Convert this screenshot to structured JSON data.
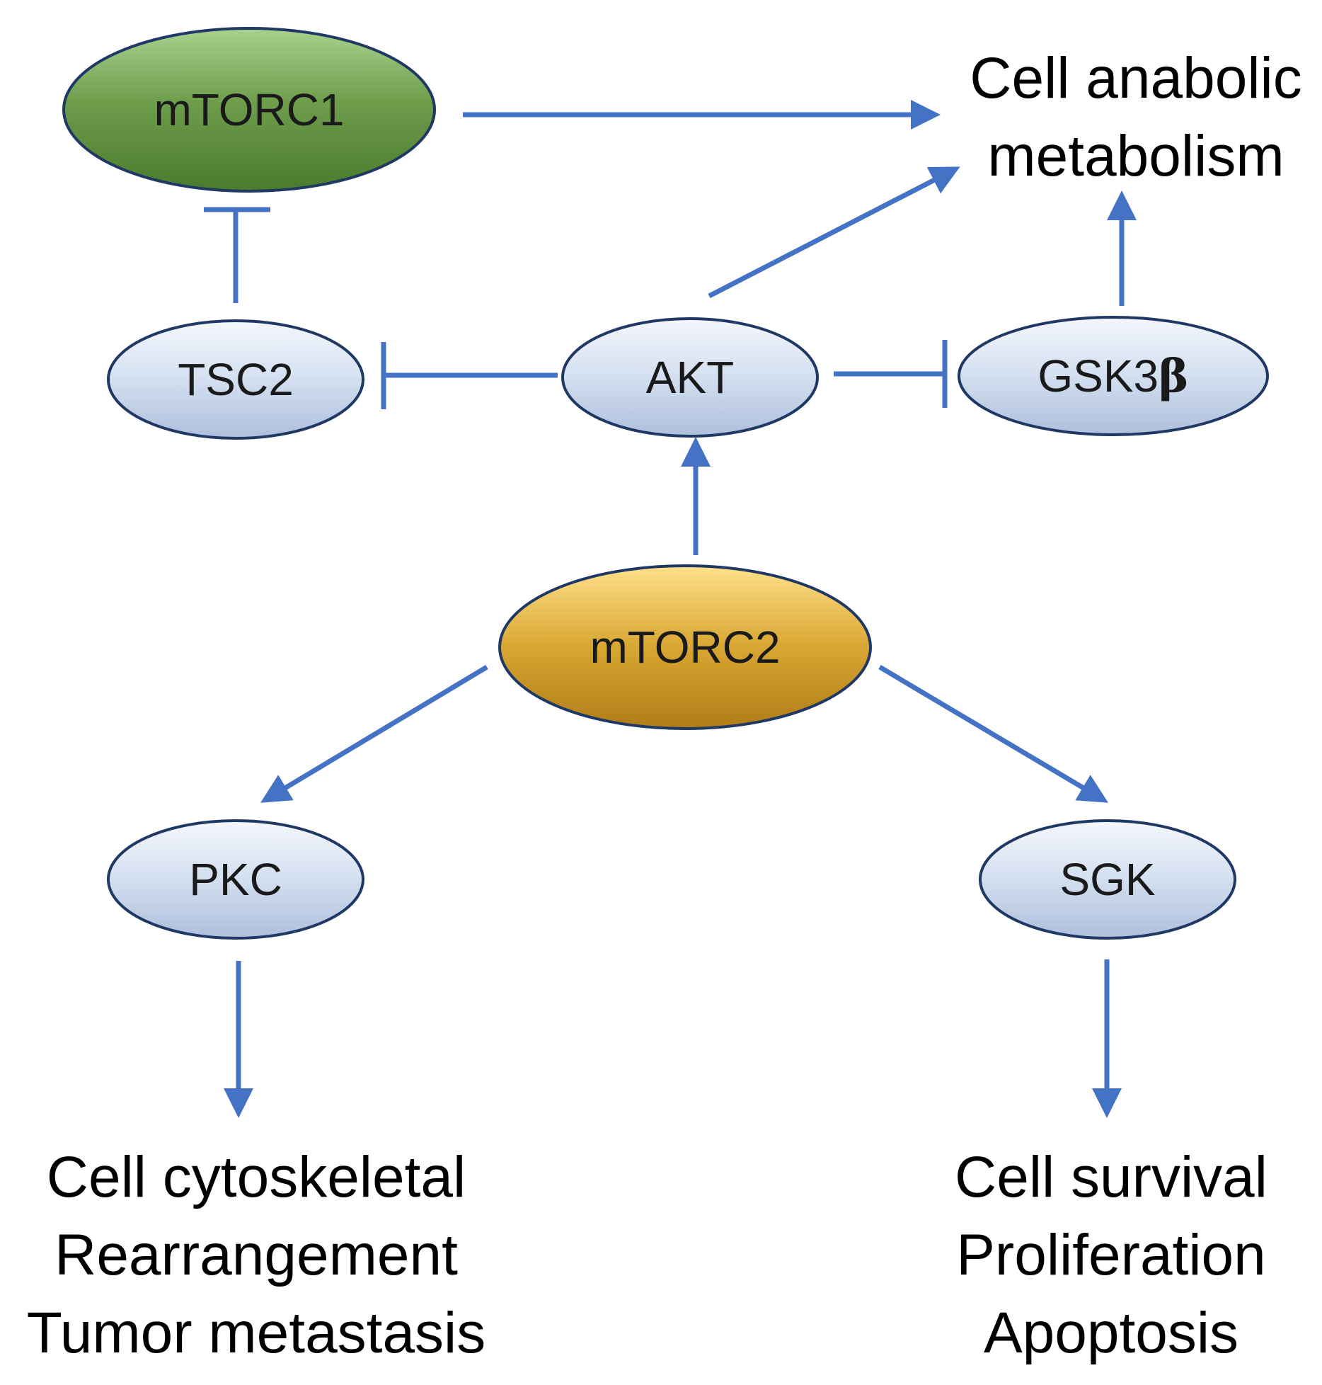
{
  "nodes": {
    "mtorc1": {
      "label": "mTORC1",
      "color": "#548235"
    },
    "mtorc2": {
      "label": "mTORC2",
      "color": "#c09020"
    },
    "tsc2": {
      "label": "TSC2",
      "color": "#c5d3ea"
    },
    "akt": {
      "label": "AKT",
      "color": "#c5d3ea"
    },
    "gsk3b": {
      "label": "GSK3",
      "label_suffix": "β",
      "color": "#c5d3ea"
    },
    "pkc": {
      "label": "PKC",
      "color": "#c5d3ea"
    },
    "sgk": {
      "label": "SGK",
      "color": "#c5d3ea"
    }
  },
  "outcomes": {
    "anabolic": {
      "lines": [
        "Cell anabolic",
        "metabolism"
      ]
    },
    "cytoskeletal": {
      "lines": [
        "Cell cytoskeletal",
        "Rearrangement",
        "Tumor metastasis"
      ]
    },
    "survival": {
      "lines": [
        "Cell survival",
        "Proliferation",
        "Apoptosis"
      ]
    }
  },
  "edges": [
    {
      "from": "mTORC1",
      "to": "Cell anabolic metabolism",
      "type": "activation"
    },
    {
      "from": "AKT",
      "to": "Cell anabolic metabolism",
      "type": "activation"
    },
    {
      "from": "GSK3β",
      "to": "Cell anabolic metabolism",
      "type": "activation"
    },
    {
      "from": "TSC2",
      "to": "mTORC1",
      "type": "inhibition"
    },
    {
      "from": "AKT",
      "to": "TSC2",
      "type": "inhibition"
    },
    {
      "from": "AKT",
      "to": "GSK3β",
      "type": "inhibition"
    },
    {
      "from": "mTORC2",
      "to": "AKT",
      "type": "activation"
    },
    {
      "from": "mTORC2",
      "to": "PKC",
      "type": "activation"
    },
    {
      "from": "mTORC2",
      "to": "SGK",
      "type": "activation"
    },
    {
      "from": "PKC",
      "to": "Cell cytoskeletal Rearrangement Tumor metastasis",
      "type": "activation"
    },
    {
      "from": "SGK",
      "to": "Cell survival Proliferation Apoptosis",
      "type": "activation"
    }
  ],
  "colors": {
    "edge": "#4472c4",
    "node_outline": "#1f3864"
  }
}
